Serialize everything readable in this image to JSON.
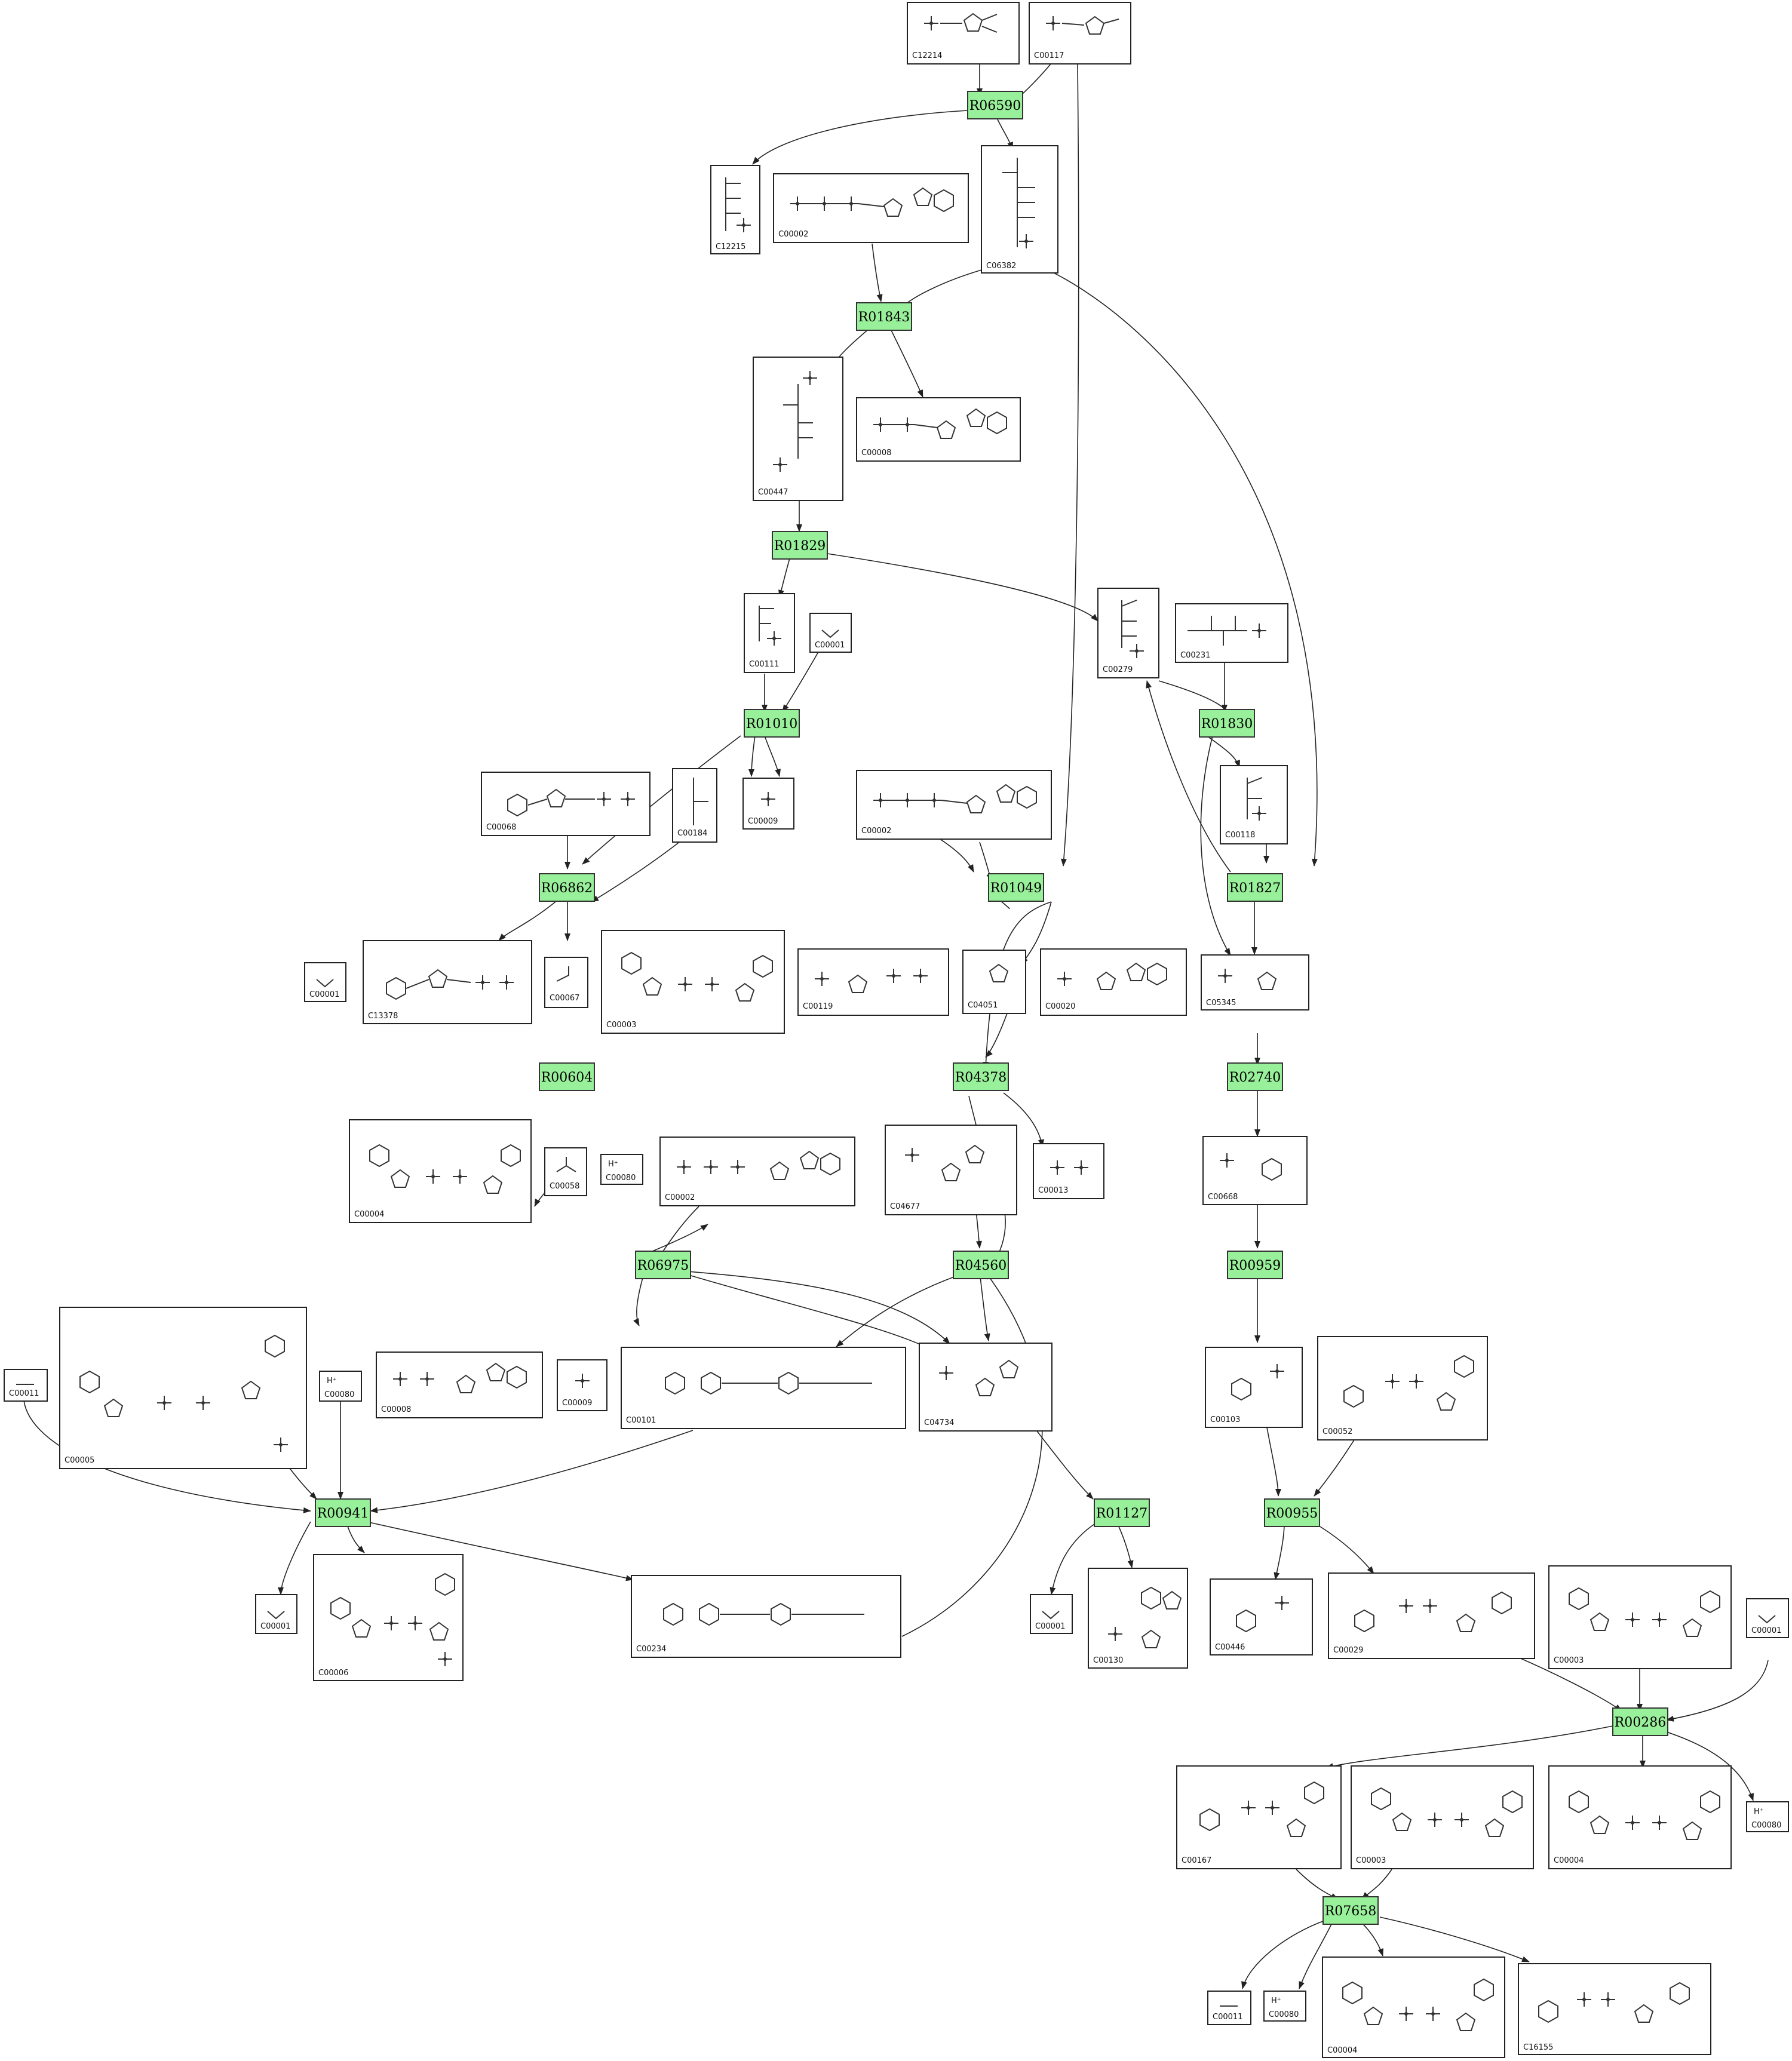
{
  "colors": {
    "reaction_fill": "#99f09a",
    "edge": "#222222",
    "box_stroke": "#222222"
  },
  "reactions": [
    "R06590",
    "R01843",
    "R01829",
    "R01010",
    "R01830",
    "R06862",
    "R01049",
    "R01827",
    "R00604",
    "R04378",
    "R02740",
    "R06975",
    "R04560",
    "R00959",
    "R00941",
    "R01127",
    "R00955",
    "R00286",
    "R07658"
  ],
  "compounds": {
    "c12214": "C12214",
    "c00117": "C00117",
    "c12215": "C12215",
    "c00002a": "C00002",
    "c06382": "C06382",
    "c00447": "C00447",
    "c00008a": "C00008",
    "c00111": "C00111",
    "c00001a": "C00001",
    "c00279": "C00279",
    "c00231": "C00231",
    "c00068": "C00068",
    "c00184": "C00184",
    "c00009a": "C00009",
    "c00002b": "C00002",
    "c00118": "C00118",
    "c13378": "C13378",
    "c00067": "C00067",
    "c00003a": "C00003",
    "c00001b": "C00001",
    "c00119": "C00119",
    "c04051": "C04051",
    "c00020": "C00020",
    "c05345": "C05345",
    "c00004a": "C00004",
    "c00058": "C00058",
    "c00080a": "C00080",
    "c00002c": "C00002",
    "c04677": "C04677",
    "c00013": "C00013",
    "c00668": "C00668",
    "c00011a": "C00011",
    "c00005": "C00005",
    "c00080b": "C00080",
    "c00008b": "C00008",
    "c00009b": "C00009",
    "c00101": "C00101",
    "c04734": "C04734",
    "c00103": "C00103",
    "c00052": "C00052",
    "c00001c": "C00001",
    "c00006": "C00006",
    "c00234": "C00234",
    "c00001d": "C00001",
    "c00130": "C00130",
    "c00446": "C00446",
    "c00029": "C00029",
    "c00003b": "C00003",
    "c00001e": "C00001",
    "c00167": "C00167",
    "c00003c": "C00003",
    "c00004b": "C00004",
    "c00080c": "C00080",
    "c00011b": "C00011",
    "c00080d": "C00080",
    "c00004c": "C00004",
    "c16155": "C16155"
  }
}
